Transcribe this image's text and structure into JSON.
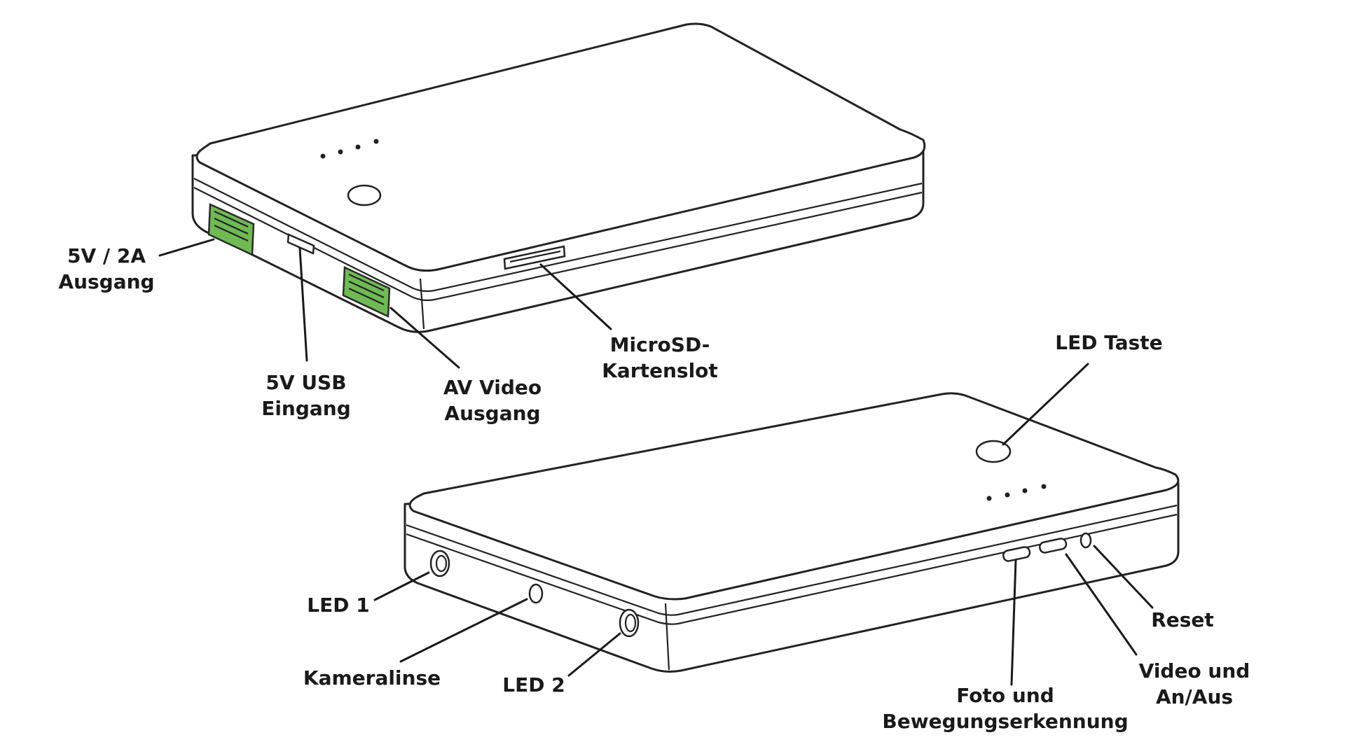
{
  "labels": {
    "out_line1": "5V / 2A",
    "out_line2": "Ausgang",
    "usb_line1": "5V USB",
    "usb_line2": "Eingang",
    "av_line1": "AV Video",
    "av_line2": "Ausgang",
    "sd_line1": "MicroSD-",
    "sd_line2": "Kartenslot",
    "led_taste": "LED Taste",
    "led1": "LED 1",
    "kameralinse": "Kameralinse",
    "led2": "LED 2",
    "reset": "Reset",
    "video_line1": "Video und",
    "video_line2": "An/Aus",
    "foto_line1": "Foto und",
    "foto_line2": "Bewegungserkennung"
  },
  "colors": {
    "port_green": "#6fba55",
    "outline": "#222222",
    "text": "#1a1a1a"
  }
}
